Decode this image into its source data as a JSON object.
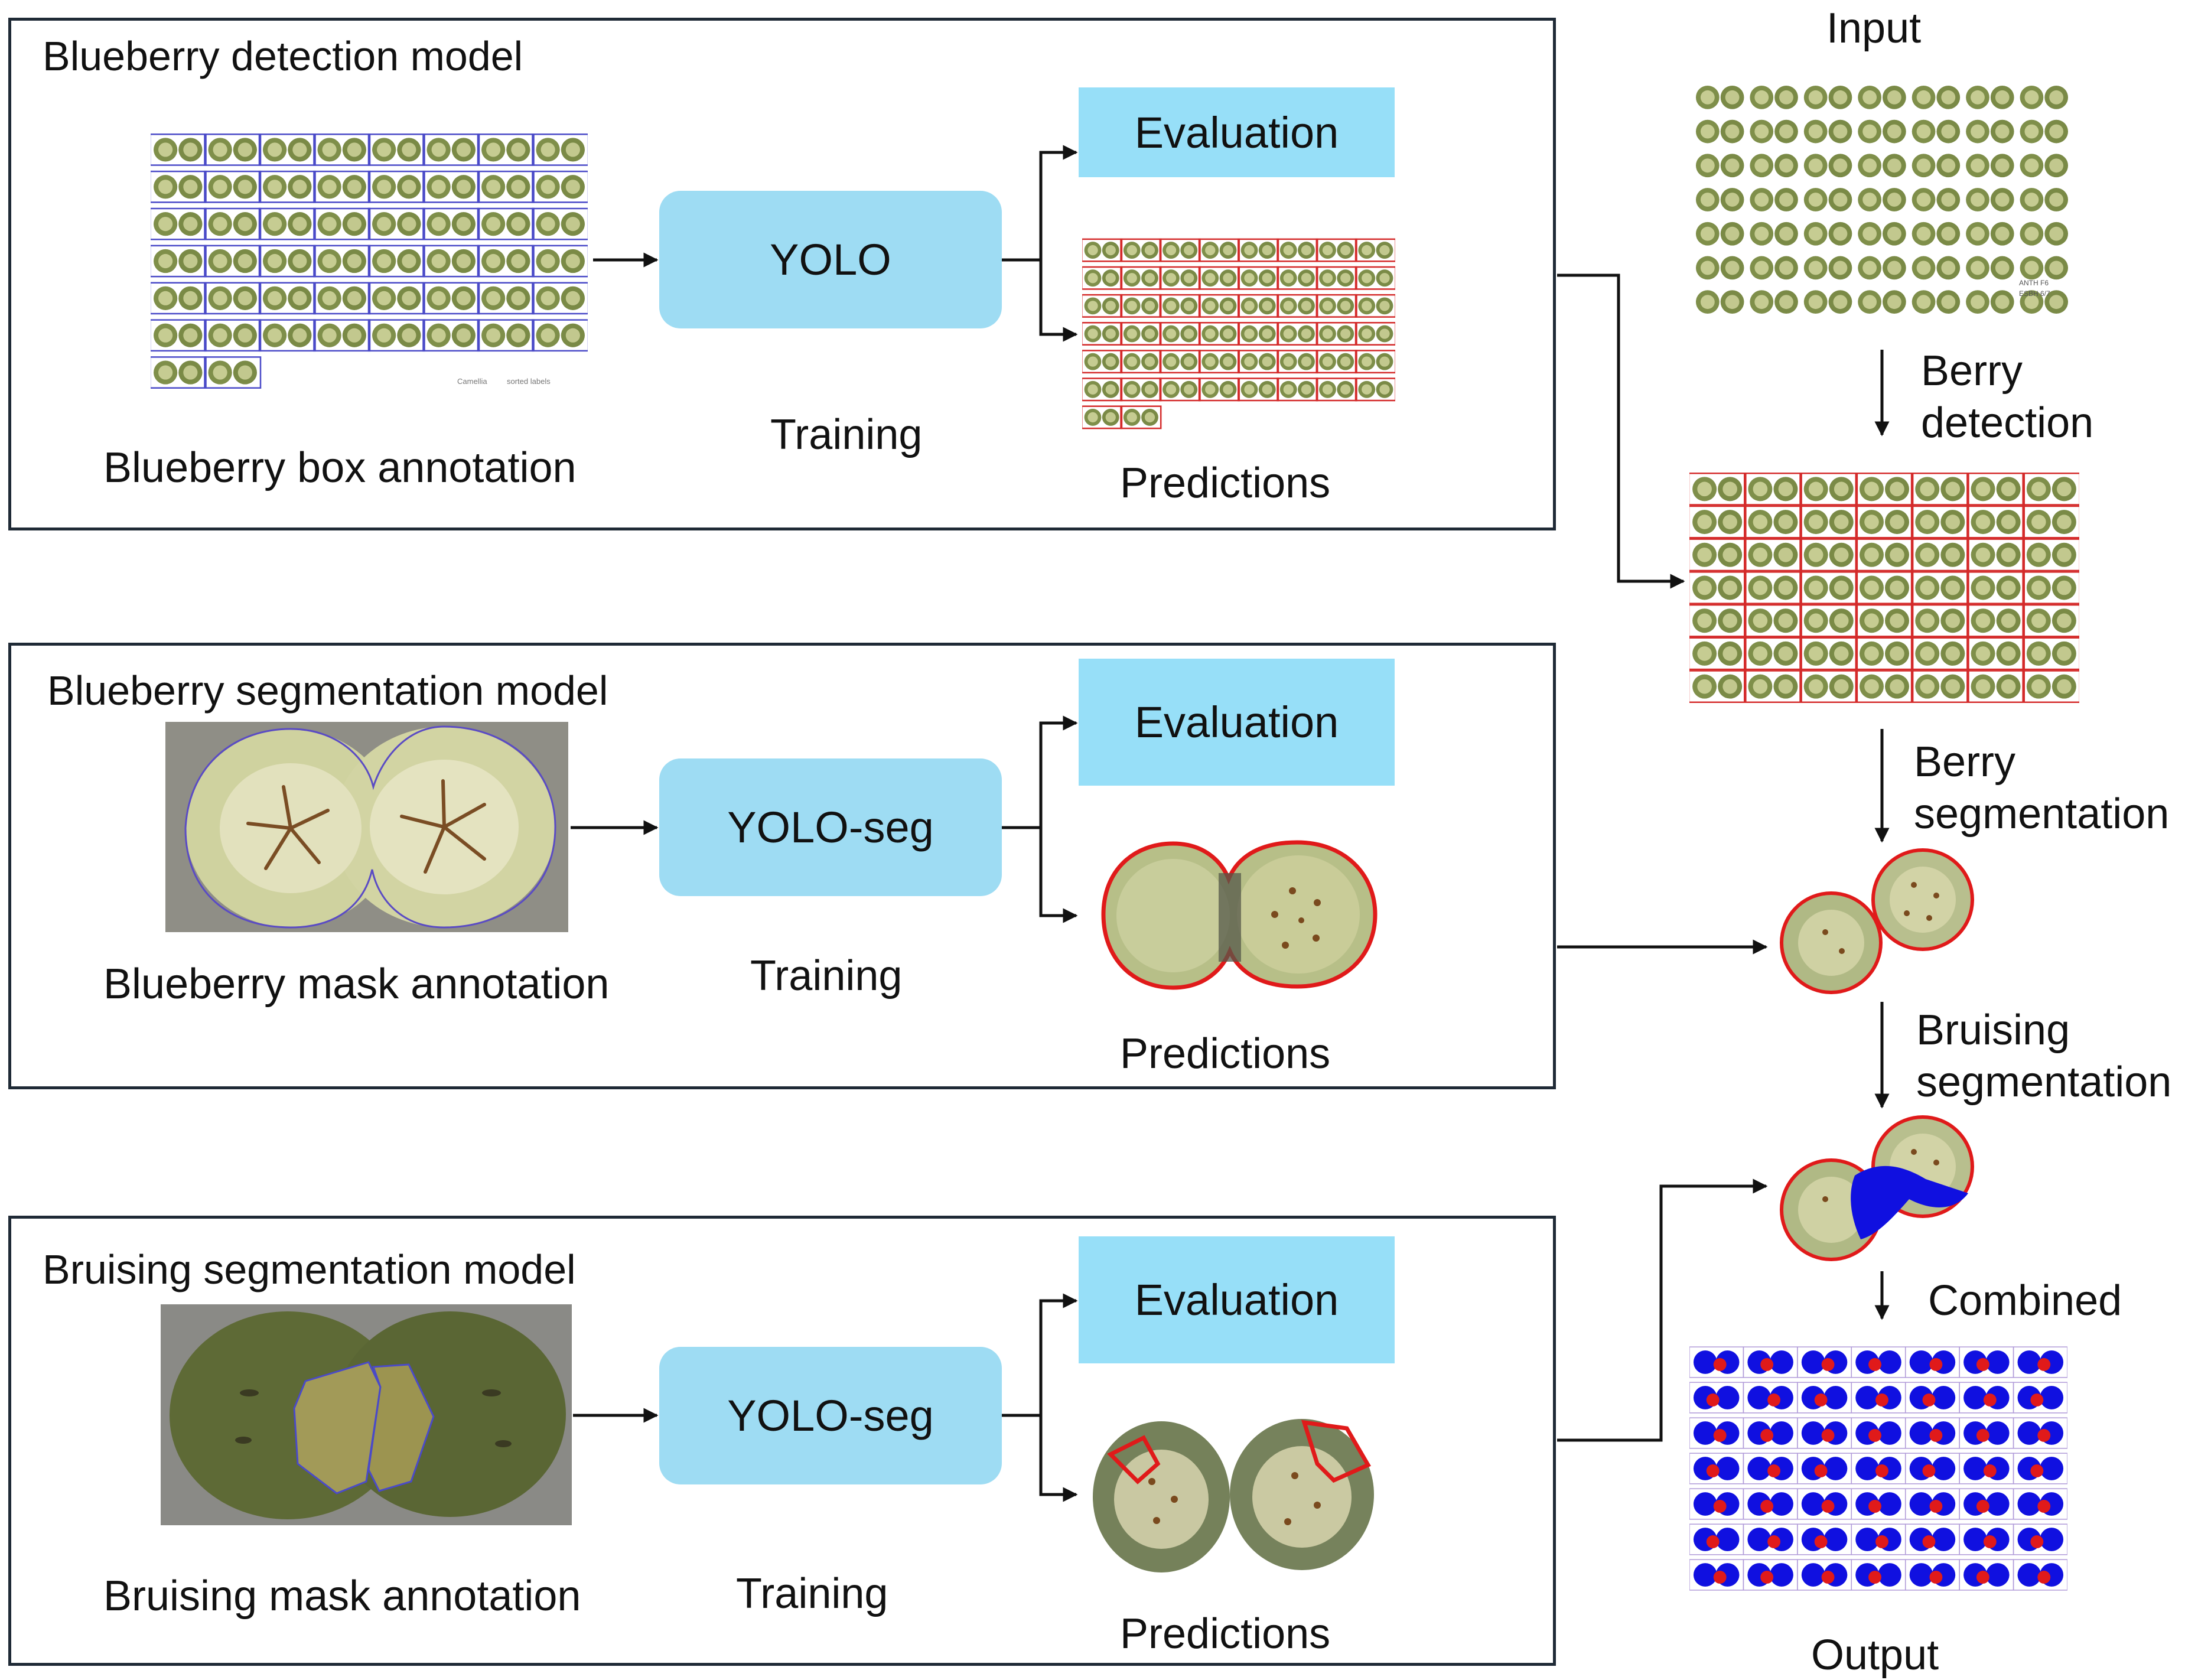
{
  "panels": {
    "detection": {
      "title": "Blueberry detection model",
      "annotation_label": "Blueberry box annotation",
      "model_label": "YOLO",
      "training_label": "Training",
      "evaluation_label": "Evaluation",
      "predictions_label": "Predictions",
      "sheet_caption_left": "Camellia",
      "sheet_caption_right": "sorted labels"
    },
    "berry_segmentation": {
      "title": "Blueberry segmentation model",
      "annotation_label": "Blueberry mask annotation",
      "model_label": "YOLO-seg",
      "training_label": "Training",
      "evaluation_label": "Evaluation",
      "predictions_label": "Predictions"
    },
    "bruising_segmentation": {
      "title": "Bruising segmentation model",
      "annotation_label": "Bruising mask annotation",
      "model_label": "YOLO-seg",
      "training_label": "Training",
      "evaluation_label": "Evaluation",
      "predictions_label": "Predictions"
    }
  },
  "pipeline": {
    "input_label": "Input",
    "step_detection": [
      "Berry",
      "detection"
    ],
    "step_segmentation": [
      "Berry",
      "segmentation"
    ],
    "step_bruising": [
      "Bruising",
      "segmentation"
    ],
    "step_combined": "Combined",
    "output_label": "Output",
    "sheet_note": [
      "ANTH F6",
      "ESBH 6/7"
    ]
  },
  "colors": {
    "panel_border": "#1f2a36",
    "model_box": "#9edcf3",
    "evaluation_box": "#97dff8",
    "annotation_box": "#4a4ac8",
    "prediction_box": "#d42a2a",
    "bruise_mask": "#1010e0",
    "berry_flesh": "#c9cf9a",
    "berry_dark": "#5f6f3a"
  }
}
